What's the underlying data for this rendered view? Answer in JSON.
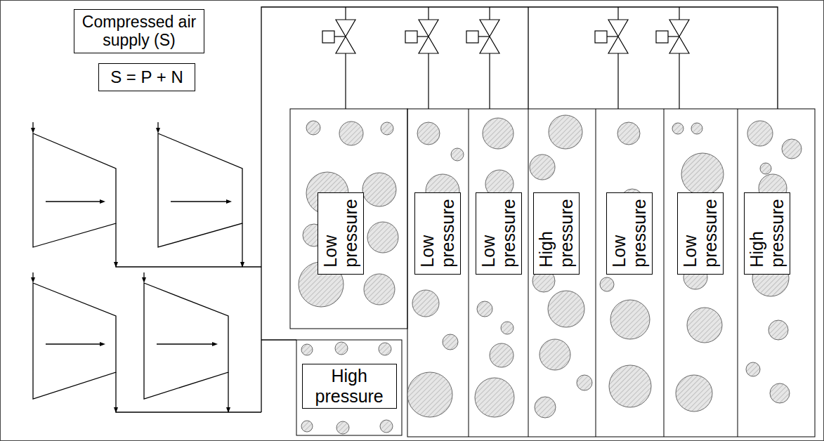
{
  "diagram": {
    "nodes": [
      {
        "text": [
          "Compressed air supply (S)"
        ]
      },
      {
        "text": [
          "S = P + N"
        ]
      },
      {
        "text": [
          "Low pressure"
        ]
      },
      {
        "text": [
          "Low pressure"
        ]
      },
      {
        "text": [
          "Low pressure"
        ]
      },
      {
        "text": [
          "High pressure"
        ]
      },
      {
        "text": [
          "Low pressure"
        ]
      },
      {
        "text": [
          "Low pressure"
        ]
      },
      {
        "text": [
          "High pressure"
        ]
      },
      {
        "text": [
          "High pressure"
        ]
      }
    ]
  }
}
